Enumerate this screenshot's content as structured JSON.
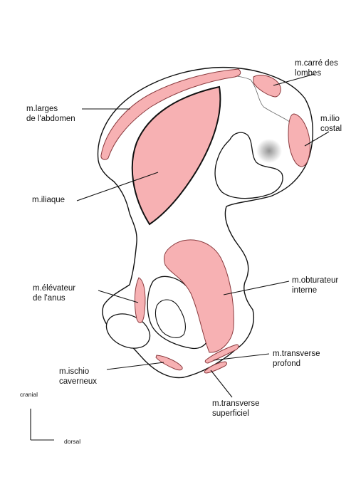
{
  "labels": {
    "larges": [
      "m.larges",
      "de l'abdomen"
    ],
    "carre": [
      "m.carré des",
      "lombes"
    ],
    "ilio": [
      "m.ilio",
      "costal"
    ],
    "iliaque": [
      "m.iliaque"
    ],
    "elevateur": [
      "m.élévateur",
      "de l'anus"
    ],
    "obturateur": [
      "m.obturateur",
      "interne"
    ],
    "transverse_profond": [
      "m.transverse",
      "profond"
    ],
    "ischio": [
      "m.ischio",
      "caverneux"
    ],
    "transverse_superficiel": [
      "m.transverse",
      "superficiel"
    ]
  },
  "orientation": {
    "cranial": "cranial",
    "dorsal": "dorsal"
  },
  "colors": {
    "muscle": "#f7b1b3",
    "muscle_stroke": "#8a3a3e",
    "bone_stroke": "#111111",
    "shadow": "#8e8e8e"
  }
}
